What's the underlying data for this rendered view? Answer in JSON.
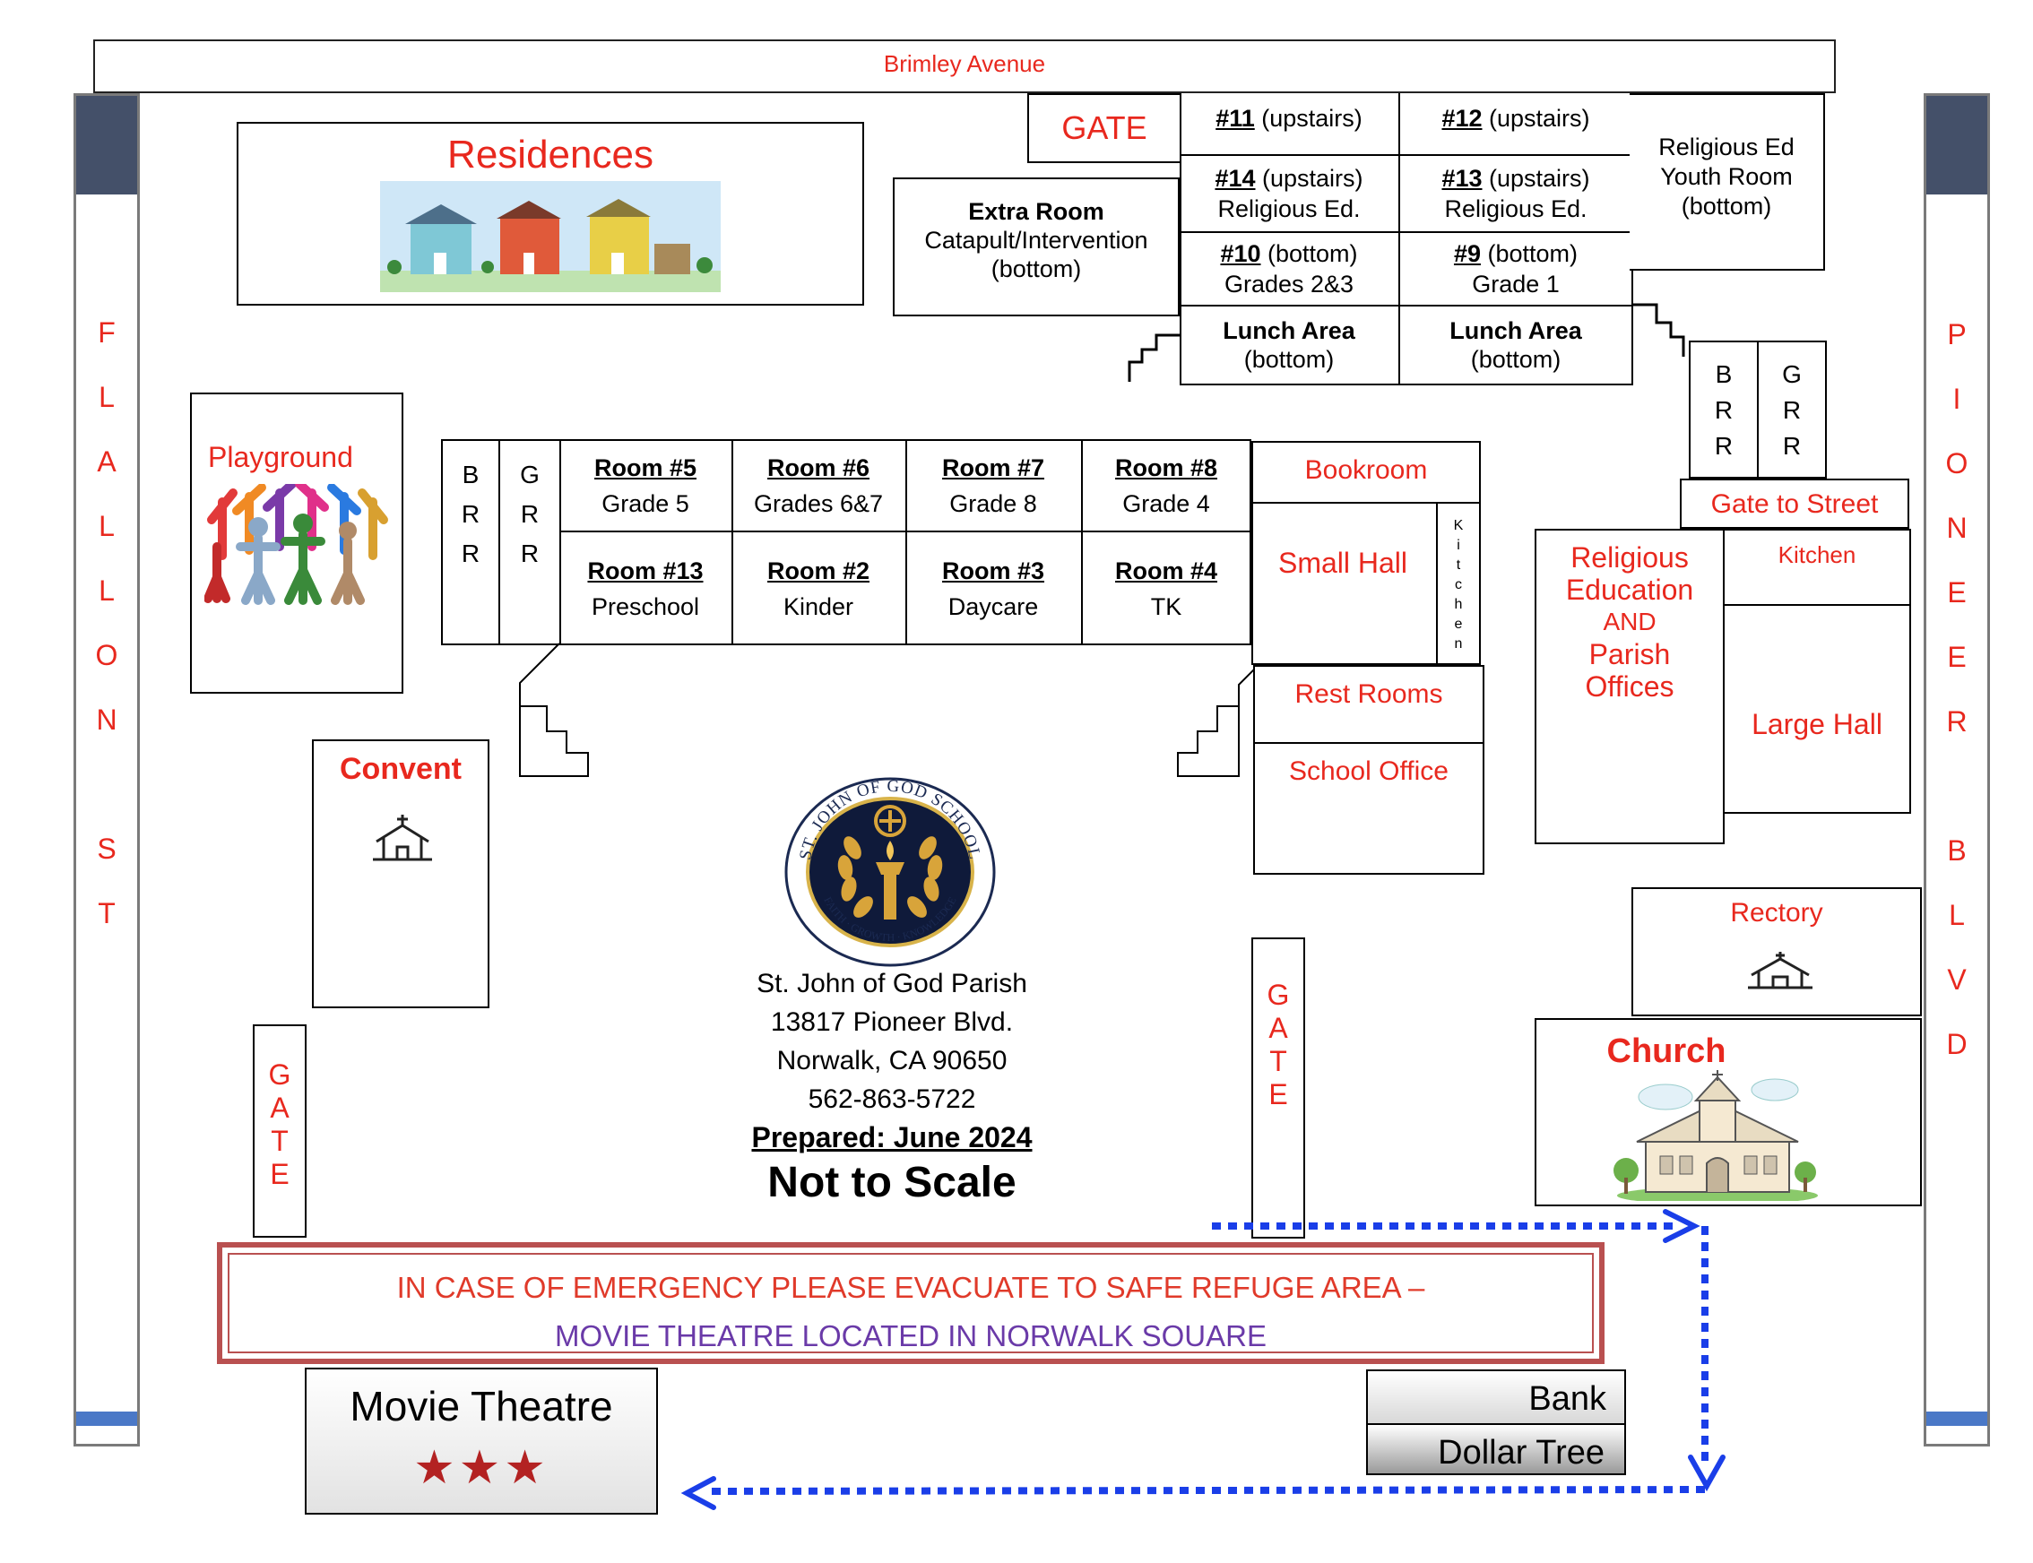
{
  "streets": {
    "north": "Brimley Avenue",
    "west": [
      "F",
      "L",
      "A",
      "L",
      "L",
      "O",
      "N",
      "",
      "S",
      "T"
    ],
    "east": [
      "P",
      "I",
      "O",
      "N",
      "E",
      "E",
      "R",
      "",
      "B",
      "L",
      "V",
      "D"
    ]
  },
  "labels": {
    "residences": "Residences",
    "playground": "Playground",
    "convent": "Convent",
    "gate_top": "GATE",
    "gate_left": [
      "G",
      "A",
      "T",
      "E"
    ],
    "gate_center": [
      "G",
      "A",
      "T",
      "E"
    ],
    "extra_room": {
      "title": "Extra Room",
      "line2": "Catapult/Intervention",
      "line3": "(bottom)"
    },
    "religious_ed_youth": {
      "line1": "Religious Ed",
      "line2": "Youth Room",
      "line3": "(bottom)"
    },
    "bookroom": "Bookroom",
    "small_hall": "Small Hall",
    "kitchen_small": [
      "K",
      "i",
      "t",
      "c",
      "h",
      "e",
      "n"
    ],
    "rest_rooms": "Rest Rooms",
    "school_office": "School Office",
    "gate_to_street": "Gate to Street",
    "religious_ed_offices": [
      "Religious",
      "Education",
      "AND",
      "Parish",
      "Offices"
    ],
    "kitchen": "Kitchen",
    "large_hall": "Large Hall",
    "rectory": "Rectory",
    "church": "Church",
    "brr": [
      "B",
      "R",
      "R"
    ],
    "grr": [
      "G",
      "R",
      "R"
    ]
  },
  "upper_rooms": [
    {
      "num": "#11",
      "suffix": " (upstairs)",
      "sub": ""
    },
    {
      "num": "#12",
      "suffix": " (upstairs)",
      "sub": ""
    },
    {
      "num": "#14",
      "suffix": " (upstairs)",
      "sub": "Religious Ed."
    },
    {
      "num": "#13",
      "suffix": " (upstairs)",
      "sub": "Religious Ed."
    },
    {
      "num": "#10",
      "suffix": " (bottom)",
      "sub": "Grades 2&3"
    },
    {
      "num": "#9",
      "suffix": " (bottom)",
      "sub": "Grade 1"
    },
    {
      "num": "Lunch Area",
      "suffix": "",
      "sub": "(bottom)"
    },
    {
      "num": "Lunch Area",
      "suffix": "",
      "sub": "(bottom)"
    }
  ],
  "classrooms": [
    {
      "name": "Room #5",
      "grade": "Grade 5"
    },
    {
      "name": "Room #6",
      "grade": "Grades 6&7"
    },
    {
      "name": "Room #7",
      "grade": "Grade 8"
    },
    {
      "name": "Room #8",
      "grade": "Grade 4"
    },
    {
      "name": "Room #13",
      "grade": "Preschool"
    },
    {
      "name": "Room #2",
      "grade": "Kinder"
    },
    {
      "name": "Room #3",
      "grade": "Daycare"
    },
    {
      "name": "Room #4",
      "grade": "TK"
    }
  ],
  "school": {
    "seal_top": "ST. JOHN OF GOD SCHOOL",
    "seal_bottom": "FAITH · GROWTH · KNOWLEDGE",
    "name": "St. John of God Parish",
    "address1": "13817 Pioneer Blvd.",
    "address2": "Norwalk, CA 90650",
    "phone": "562-863-5722",
    "prepared": "Prepared: June 2024",
    "scale_note": "Not to Scale"
  },
  "emergency": {
    "line1": "IN CASE OF EMERGENCY PLEASE EVACUATE TO SAFE REFUGE AREA –",
    "line2": "MOVIE THEATRE LOCATED IN NORWALK SOUARE"
  },
  "destinations": {
    "movie_theatre": "Movie Theatre",
    "stars": "★★★",
    "bank": "Bank",
    "dollar_tree": "Dollar Tree"
  },
  "colors": {
    "label_red": "#e8281e",
    "route_blue": "#1a3ee8",
    "emergency_purple": "#6a3aa8",
    "street_cap": "#445069"
  }
}
